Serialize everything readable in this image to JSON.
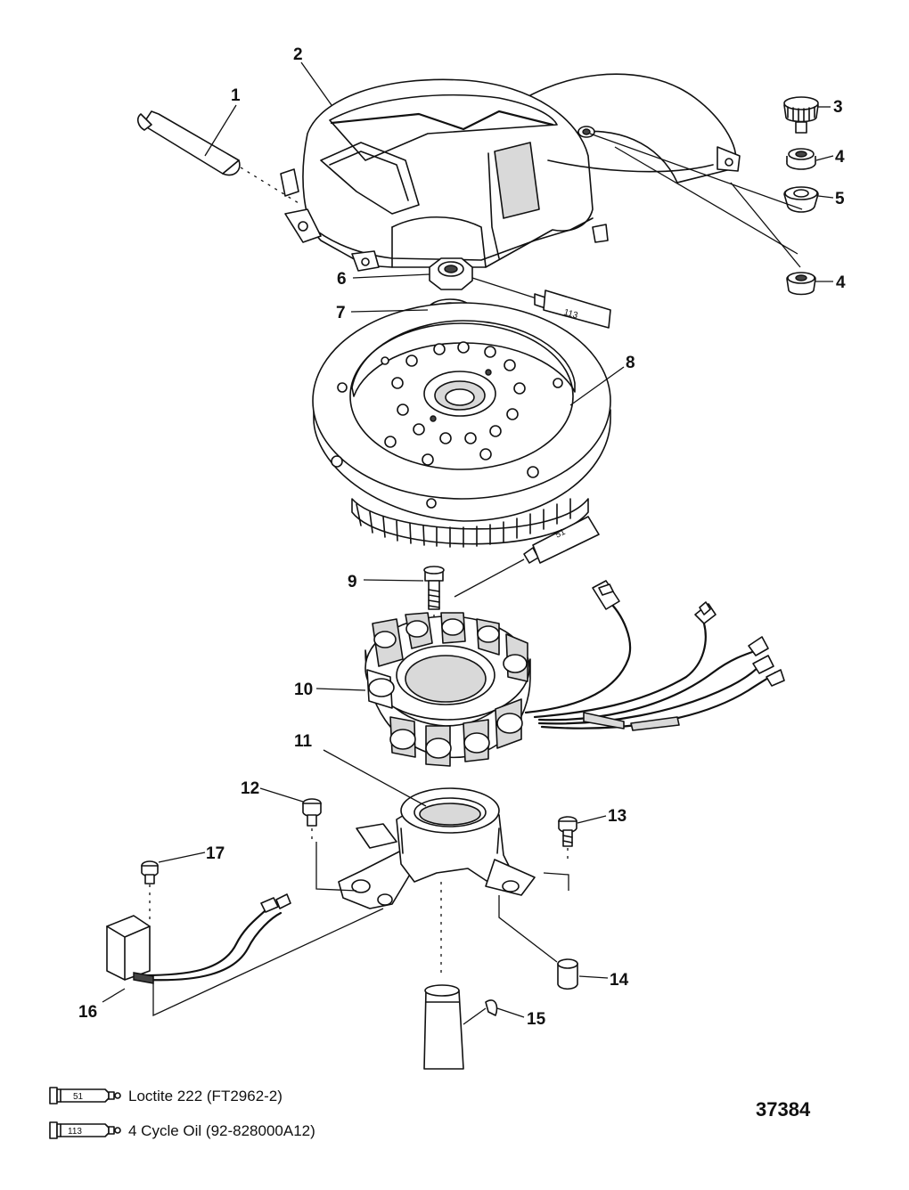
{
  "callouts": [
    "1",
    "2",
    "3",
    "4",
    "4",
    "5",
    "6",
    "7",
    "8",
    "9",
    "10",
    "11",
    "12",
    "13",
    "14",
    "15",
    "16",
    "17"
  ],
  "tubes": {
    "loctite": "51",
    "oil": "113"
  },
  "legend": [
    {
      "tube": "51",
      "text": "Loctite 222   (FT2962-2)"
    },
    {
      "tube": "113",
      "text": "4 Cycle Oil (92-828000A12)"
    }
  ],
  "drawing_number": "37384"
}
